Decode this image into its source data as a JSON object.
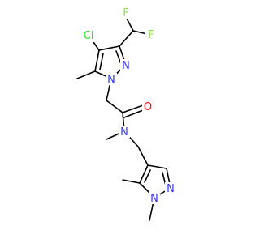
{
  "colors": {
    "background": "#ffffff",
    "bond": "#000000",
    "N": "#3333ff",
    "O": "#ff0d0d",
    "F": "#90e050",
    "Cl": "#1ff01f"
  },
  "atoms": [
    {
      "id": "Cl1",
      "symbol": "Cl",
      "label": "Cl"
    },
    {
      "id": "F1",
      "symbol": "F",
      "label": "F"
    },
    {
      "id": "F2",
      "symbol": "F",
      "label": "F"
    },
    {
      "id": "N1",
      "symbol": "N",
      "label": "N"
    },
    {
      "id": "N2",
      "symbol": "N",
      "label": "N"
    },
    {
      "id": "O1",
      "symbol": "O",
      "label": "O"
    },
    {
      "id": "N3",
      "symbol": "N",
      "label": "N"
    },
    {
      "id": "N4",
      "symbol": "N",
      "label": "N"
    },
    {
      "id": "N5",
      "symbol": "N",
      "label": "N"
    }
  ]
}
